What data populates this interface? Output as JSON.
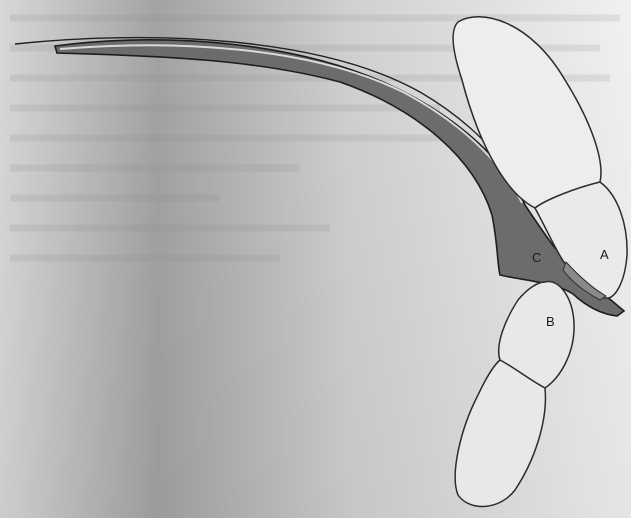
{
  "figure": {
    "labels": {
      "a": "A",
      "b": "B",
      "c": "C"
    },
    "colors": {
      "shaded_structure": "#6f6f6f",
      "outline": "#2b2b2b",
      "segment_fill": "#e6e6e6",
      "background_light": "#f4f4f4",
      "background_dark": "#9c9c9c"
    }
  }
}
